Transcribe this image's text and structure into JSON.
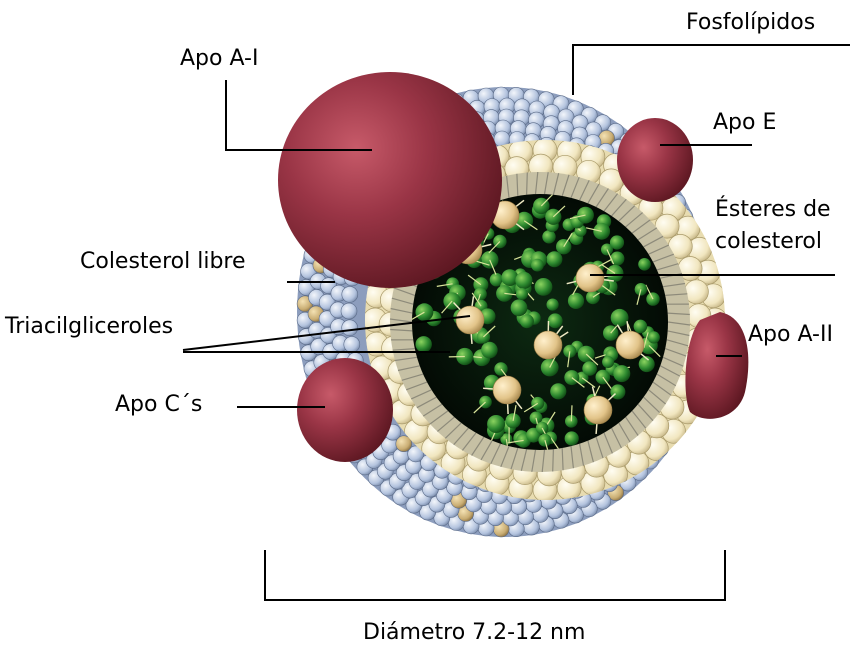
{
  "labels": {
    "apo_a1": "Apo A-I",
    "fosfolipidos": "Fosfolípidos",
    "apo_e": "Apo E",
    "esteres_line1": "Ésteres de",
    "esteres_line2": "colesterol",
    "colesterol_libre": "Colesterol libre",
    "triacilgliceroles": "Triacilgliceroles",
    "apo_a2": "Apo A-II",
    "apo_cs": "Apo C´s",
    "diametro": "Diámetro 7.2-12 nm"
  },
  "colors": {
    "apolipoprotein": "#8e2f3e",
    "phospholipid_head": "#b9c8e0",
    "inner_head": "#f1e7c2",
    "free_cholesterol": "#c9b07a",
    "core_background": "#07140a",
    "triacylglycerol": "#2e8a30",
    "cholesterol_ester": "#e2c489"
  }
}
